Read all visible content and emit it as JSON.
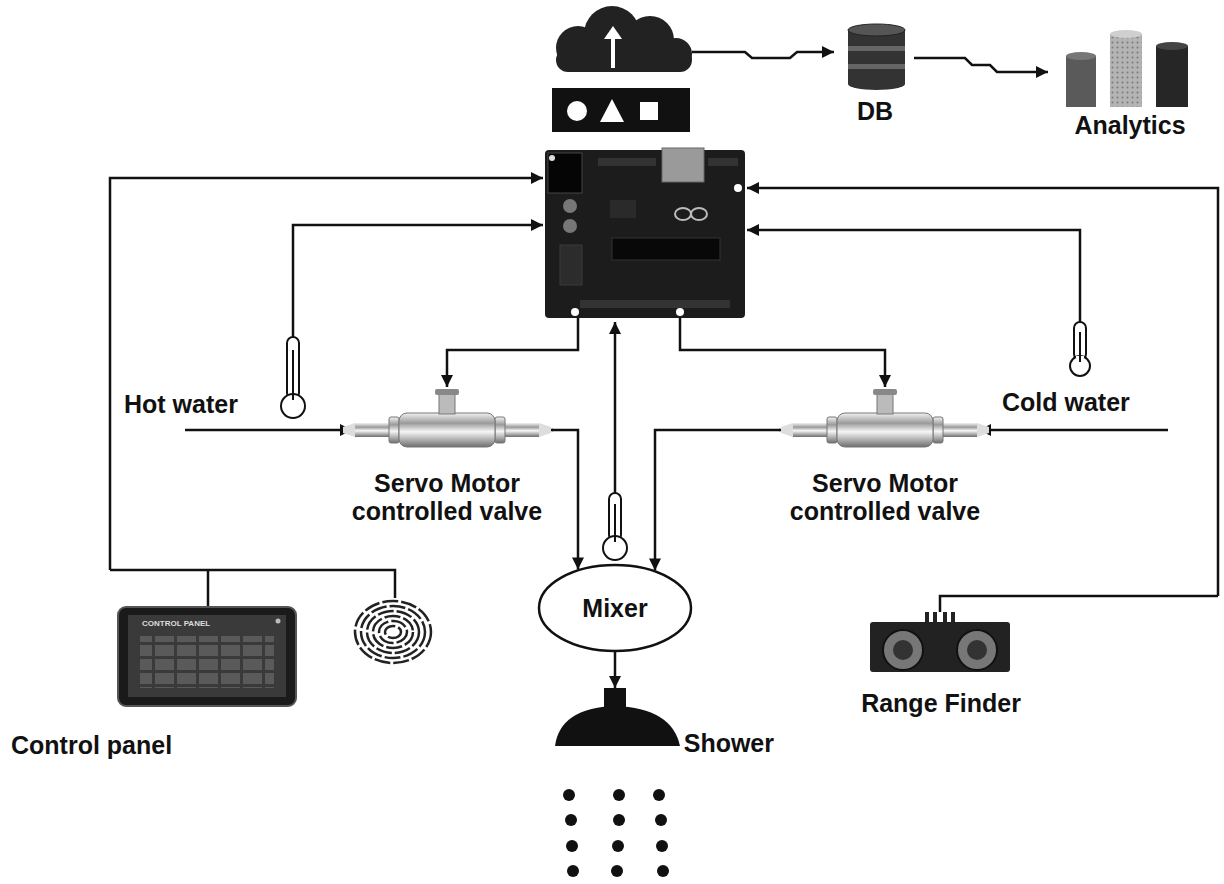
{
  "diagram": {
    "nodes": [
      {
        "text": [
          "DB"
        ]
      },
      {
        "text": [
          "Analytics"
        ]
      },
      {
        "text": [
          "Servo Motor controlled valve"
        ]
      },
      {
        "text": [
          "Servo Motor controlled valve"
        ]
      },
      {
        "text": [
          "Mixer"
        ]
      },
      {
        "text": [
          "Shower"
        ]
      },
      {
        "text": [
          "Range Finder"
        ]
      },
      {
        "text": [
          "Control panel"
        ]
      }
    ],
    "edges": [
      {
        "from": 0,
        "to": 1,
        "arrow": "to"
      },
      {
        "from": 2,
        "to": 4,
        "arrow": "to"
      },
      {
        "from": 3,
        "to": 4,
        "arrow": "to"
      },
      {
        "from": 4,
        "to": 5,
        "arrow": "to"
      }
    ],
    "labels": [
      "Hot water",
      "Cold water",
      "CONTROL PANEL"
    ]
  }
}
